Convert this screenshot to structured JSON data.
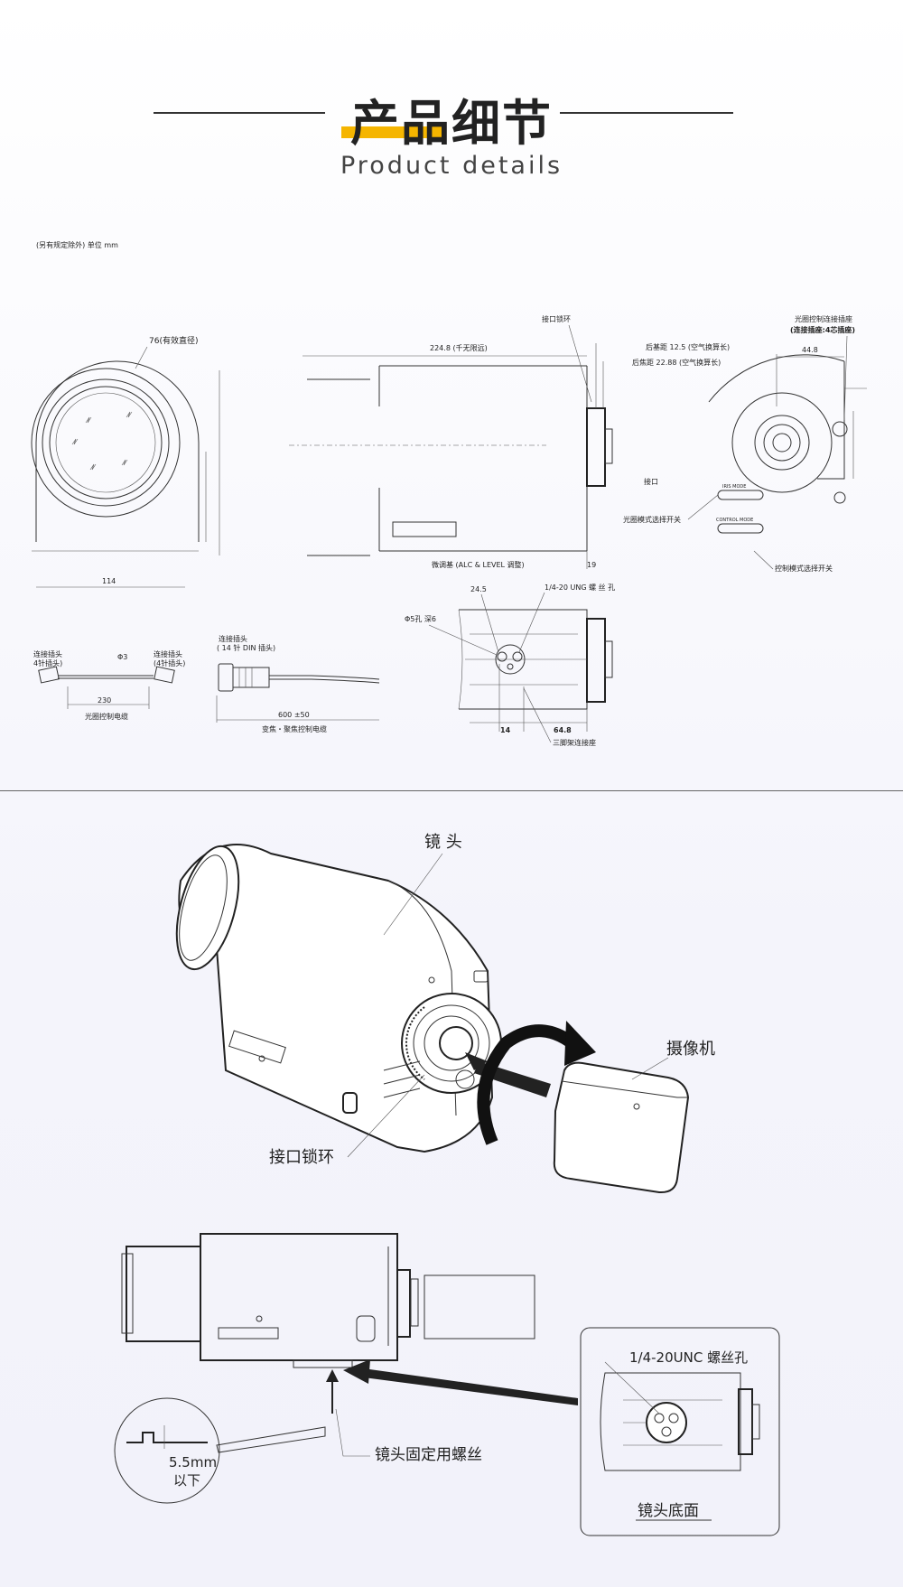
{
  "header": {
    "title_cn": "产品细节",
    "title_en": "Product details"
  },
  "technical_drawing": {
    "note": "(另有规定除外) 单位 mm",
    "front_view": {
      "diameter_label": "76(有效直径)",
      "width_label": "114"
    },
    "side_view": {
      "length_label": "224.8 (千无限远)",
      "lock_ring_label": "接口锁环",
      "flange_label": "后基距 12.5 (空气换算长)",
      "back_focus_label": "后焦距 22.88 (空气换算长)",
      "adjust_label": "微调基 (ALC & LEVEL 调整)",
      "dim_19": "19"
    },
    "rear_view": {
      "connector_label": "光圈控制连接插座",
      "connector_sub": "(连接插座:4芯插座)",
      "dim_44_8": "44.8",
      "port_label": "接口",
      "iris_switch_label": "光圈模式选择开关",
      "control_switch_label": "控制模式选择开关",
      "iris_mode": "IRIS MODE",
      "control_mode": "CONTROL MODE"
    },
    "bottom_view": {
      "dim_24_5": "24.5",
      "unc_label": "1/4-20 UNG 螺 丝 孔",
      "hole_label": "Φ5孔  深6",
      "dim_14": "14",
      "dim_64_8": "64.8",
      "tripod_label": "三脚架连接座"
    },
    "iris_cable": {
      "left_plug": "连接插头",
      "left_plug_sub": "4针插头)",
      "right_plug": "连接插头",
      "right_plug_sub": "(4针插头)",
      "dia": "Φ3",
      "length": "230",
      "caption": "光圈控制电缆"
    },
    "zoom_cable": {
      "plug": "连接插头",
      "plug_sub": "( 14 针 DIN 插头)",
      "length": "600 ±50",
      "caption": "变焦・聚焦控制电缆"
    }
  },
  "mount_diagram": {
    "lens_label": "镜 头",
    "camera_label": "摄像机",
    "lock_ring_label": "接口锁环"
  },
  "bottom_diagram": {
    "unc_label": "1/4-20UNC 螺丝孔",
    "bottom_label": "镜头底面",
    "screw_label": "镜头固定用螺丝",
    "depth_label": "5.5mm",
    "depth_sub": "以下"
  }
}
